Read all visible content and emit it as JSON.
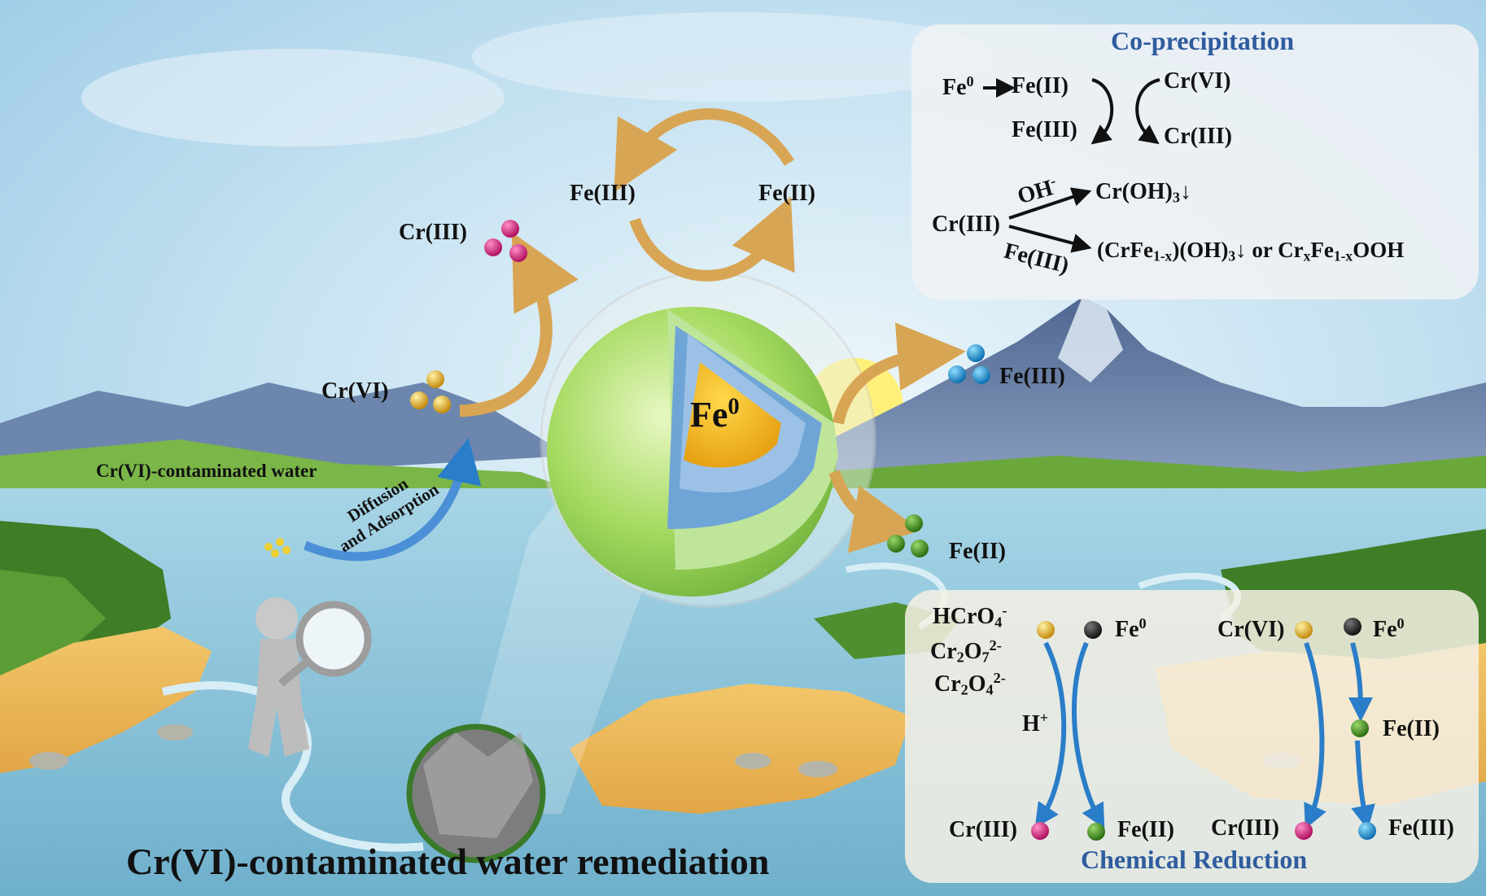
{
  "title": "Cr(VI)-contaminated water remediation",
  "core_label": "Fe",
  "core_sup": "0",
  "cycle": {
    "left": "Fe(III)",
    "right": "Fe(II)"
  },
  "species": {
    "cr3_top": "Cr(III)",
    "cr6_left": "Cr(VI)",
    "fe3_right": "Fe(III)",
    "fe2_right": "Fe(II)"
  },
  "water": {
    "label": "Cr(VI)-contaminated water",
    "diffusion_line1": "Diffusion",
    "diffusion_line2": "and Adsorption"
  },
  "coprecipitation": {
    "title": "Co-precipitation",
    "fe0": "Fe",
    "fe0_sup": "0",
    "fe2": "Fe(II)",
    "fe3": "Fe(III)",
    "cr6": "Cr(VI)",
    "cr3_out": "Cr(III)",
    "cr3_in": "Cr(III)",
    "oh": "OH",
    "oh_sup": "-",
    "fe3_reagent": "Fe(III)",
    "product1_a": "Cr(OH)",
    "product1_sub": "3",
    "product1_b": "↓",
    "product2_a": "(CrFe",
    "product2_sub1": "1-x",
    "product2_b": ")(OH)",
    "product2_sub2": "3",
    "product2_c": "↓ or Cr",
    "product2_sub3": "x",
    "product2_d": "Fe",
    "product2_sub4": "1-x",
    "product2_e": "OOH"
  },
  "reduction": {
    "title": "Chemical Reduction",
    "hcro4": "HCrO",
    "hcro4_sub": "4",
    "hcro4_sup": "-",
    "cr2o7": "Cr",
    "cr2o7_sub1": "2",
    "cr2o7_mid": "O",
    "cr2o7_sub2": "7",
    "cr2o7_sup": "2-",
    "cr2o4": "Cr",
    "cr2o4_sub1": "2",
    "cr2o4_mid": "O",
    "cr2o4_sub2": "4",
    "cr2o4_sup": "2-",
    "fe0_a": "Fe",
    "fe0_a_sup": "0",
    "h_plus": "H",
    "h_plus_sup": "+",
    "cr3_a": "Cr(III)",
    "fe2_a": "Fe(II)",
    "cr6_b": "Cr(VI)",
    "fe0_b": "Fe",
    "fe0_b_sup": "0",
    "fe2_b": "Fe(II)",
    "cr3_b": "Cr(III)",
    "fe3_b": "Fe(III)"
  },
  "colors": {
    "sky": "#b8d9ec",
    "mountain": "#6f86ab",
    "water": "#8cc3d8",
    "sand": "#e8b65a",
    "forest": "#4d8a2e",
    "sphere": "#9fd35a",
    "core": "#f0b428",
    "cr6_ball": "#d9a01a",
    "cr3_ball": "#d11a78",
    "fe3_ball": "#1d8fd0",
    "fe2_ball": "#3b8e1e",
    "fe0_ball": "#222222",
    "arrow_gold": "#d8a554",
    "arrow_blue": "#2a7dc8",
    "panel_title": "#2f5c9e"
  }
}
